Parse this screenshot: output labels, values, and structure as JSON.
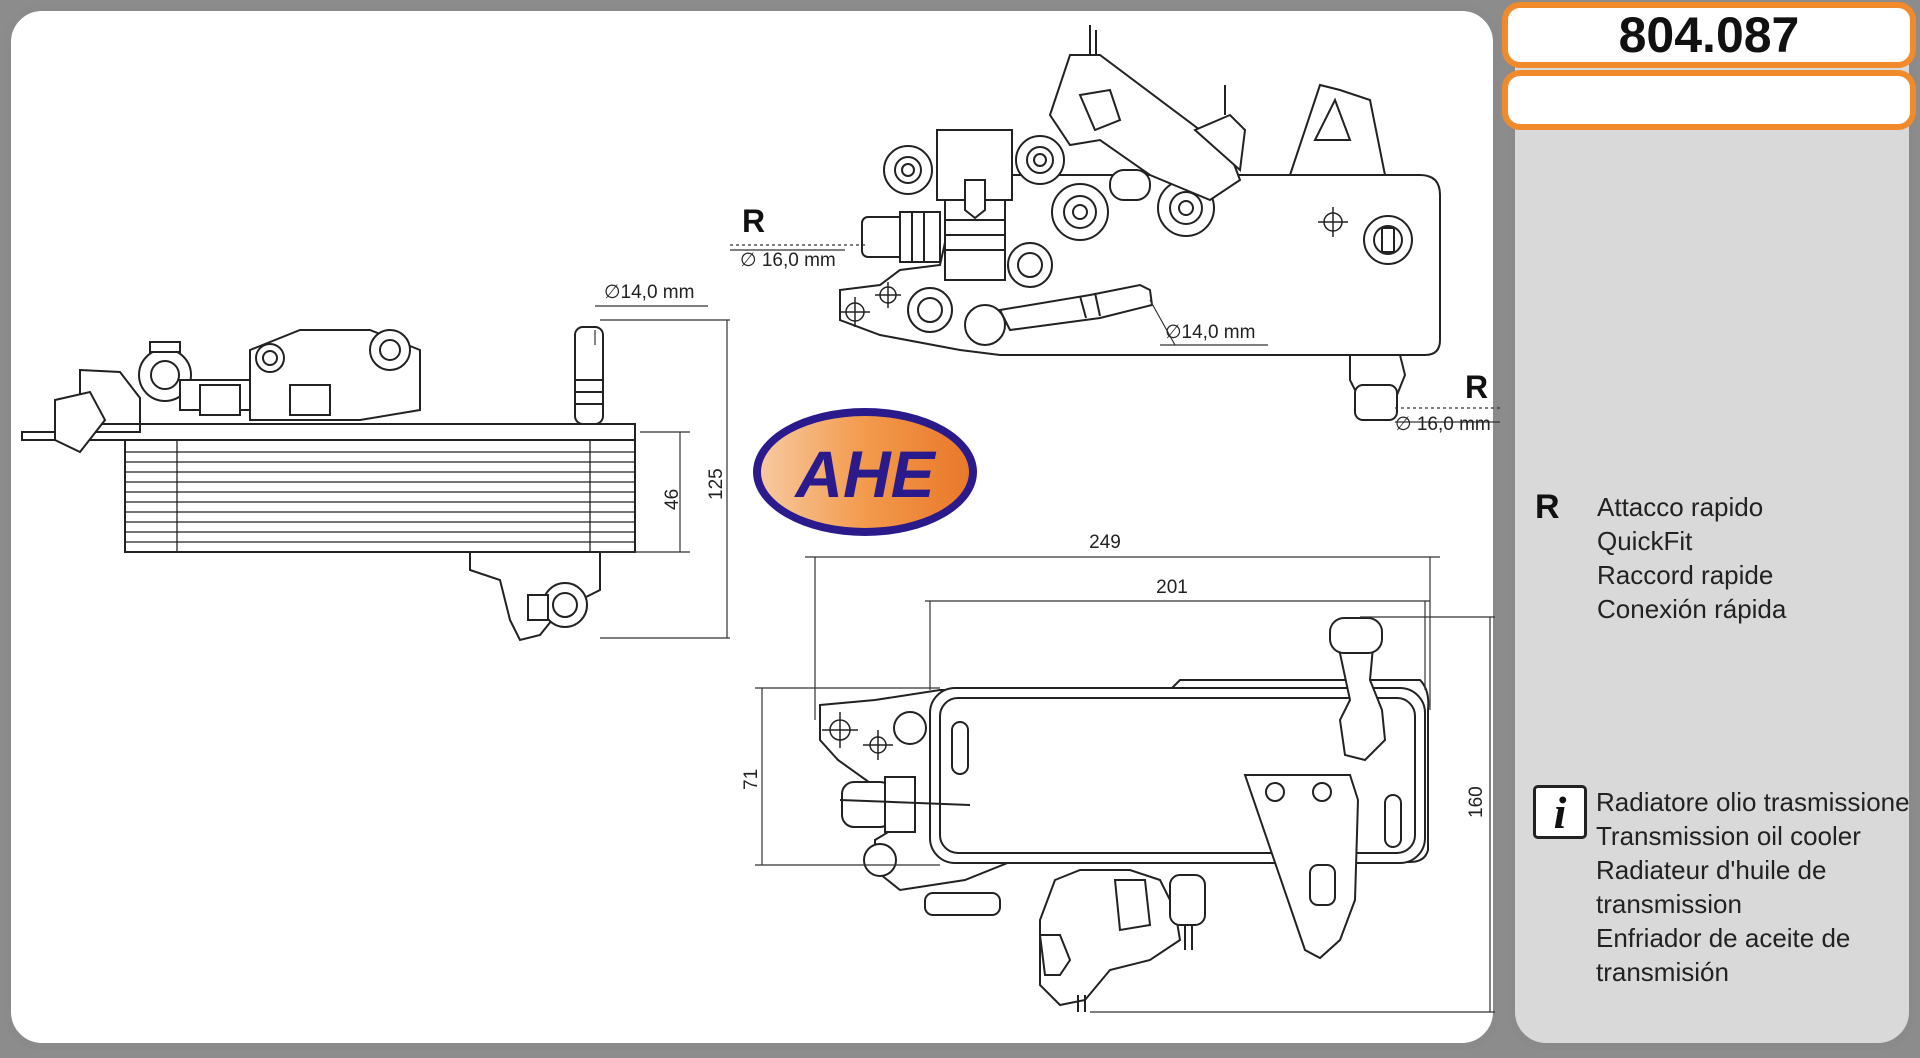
{
  "part_number": "804.087",
  "brand_logo": "AHE",
  "dimensions": {
    "dia_14_top": "∅14,0 mm",
    "dia_16_top": "∅ 16,0 mm",
    "dia_14_mid": "∅14,0 mm",
    "dia_16_right": "∅ 16,0 mm",
    "r_top": "R",
    "r_right": "R",
    "h_125": "125",
    "h_46": "46",
    "w_249": "249",
    "w_201": "201",
    "h_71": "71",
    "h_160": "160"
  },
  "legend": {
    "quickfit": {
      "key": "R",
      "lines": [
        "Attacco rapido",
        "QuickFit",
        "Raccord rapide",
        "Conexión rápida"
      ]
    },
    "description": {
      "icon": "info-icon",
      "lines": [
        "Radiatore olio trasmissione",
        "Transmission oil  cooler",
        "Radiateur d'huile de",
        "transmission",
        "Enfriador de aceite de",
        "transmisión"
      ]
    }
  },
  "colors": {
    "accent_orange": "#f08a2b",
    "logo_blue": "#2a1a8c",
    "panel_grey": "#d9d9d9",
    "border_grey": "#8a8a8a"
  }
}
